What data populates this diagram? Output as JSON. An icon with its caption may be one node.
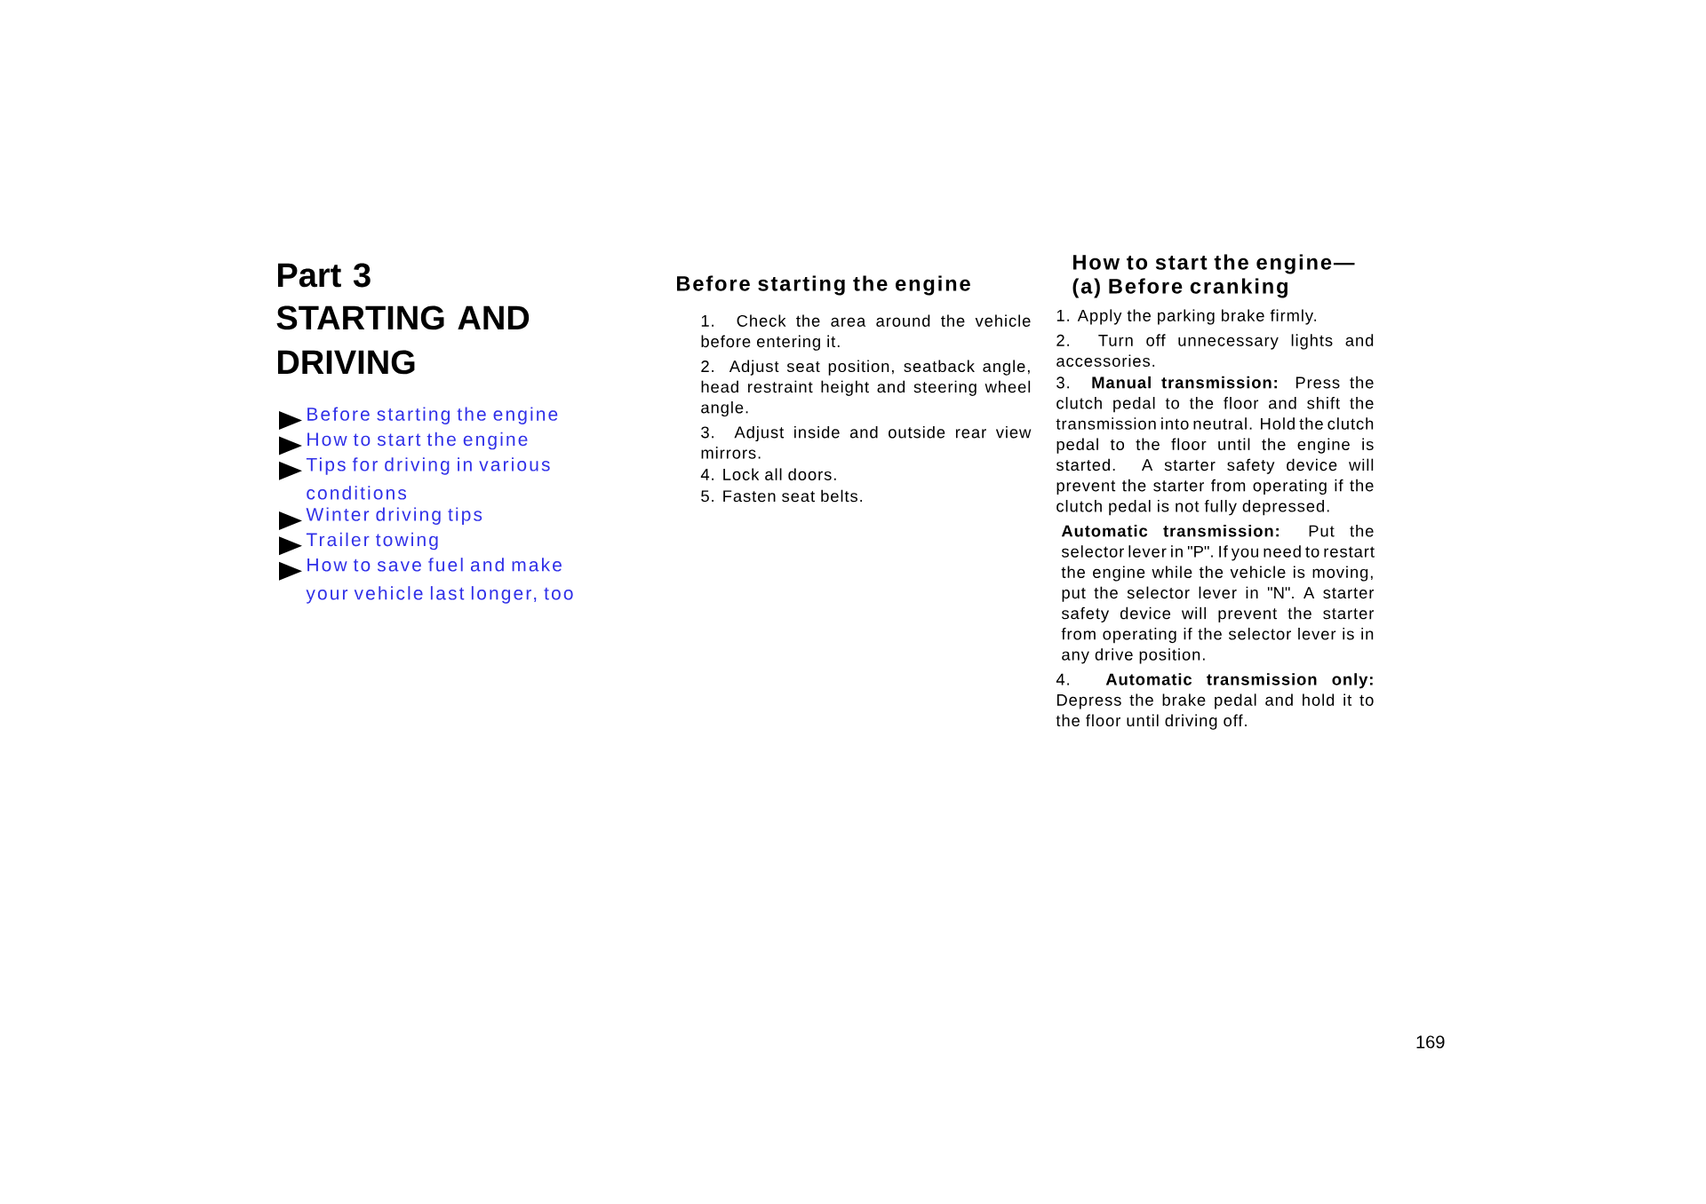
{
  "diagram": {
    "labels": [
      "Part 3",
      "STARTING AND DRIVING",
      "Before starting the engine",
      "How to start the engine",
      "Tips for driving in various conditions",
      "Winter driving tips",
      "Trailer towing",
      "How to save fuel and make your vehicle last longer, too",
      "Before starting the engine",
      "1. Check the area around the vehicle before entering it.",
      "2. Adjust seat position, seatback angle, head restraint height and steering wheel angle.",
      "3. Adjust inside and outside rear view mirrors.",
      "4. Lock all doors.",
      "5. Fasten seat belts.",
      "How to start the engine— (a) Before cranking",
      "1. Apply the parking brake firmly.",
      "2. Turn off unnecessary lights and accessories.",
      "3. **Manual transmission:** Press the clutch pedal to the floor and shift the transmission into neutral. Hold the clutch pedal to the floor until the engine is started. A starter safety device will prevent the starter from operating if the clutch pedal is not fully depressed.",
      "**Automatic transmission:** Put the selector lever in \"P\". If you need to restart the engine while the vehicle is moving, put the selector lever in \"N\". A starter safety device will prevent the starter from operating if the selector lever is in any drive position.",
      "4. **Automatic transmission only:** Depress the brake pedal and hold it to the floor until driving off.",
      "169"
    ]
  }
}
